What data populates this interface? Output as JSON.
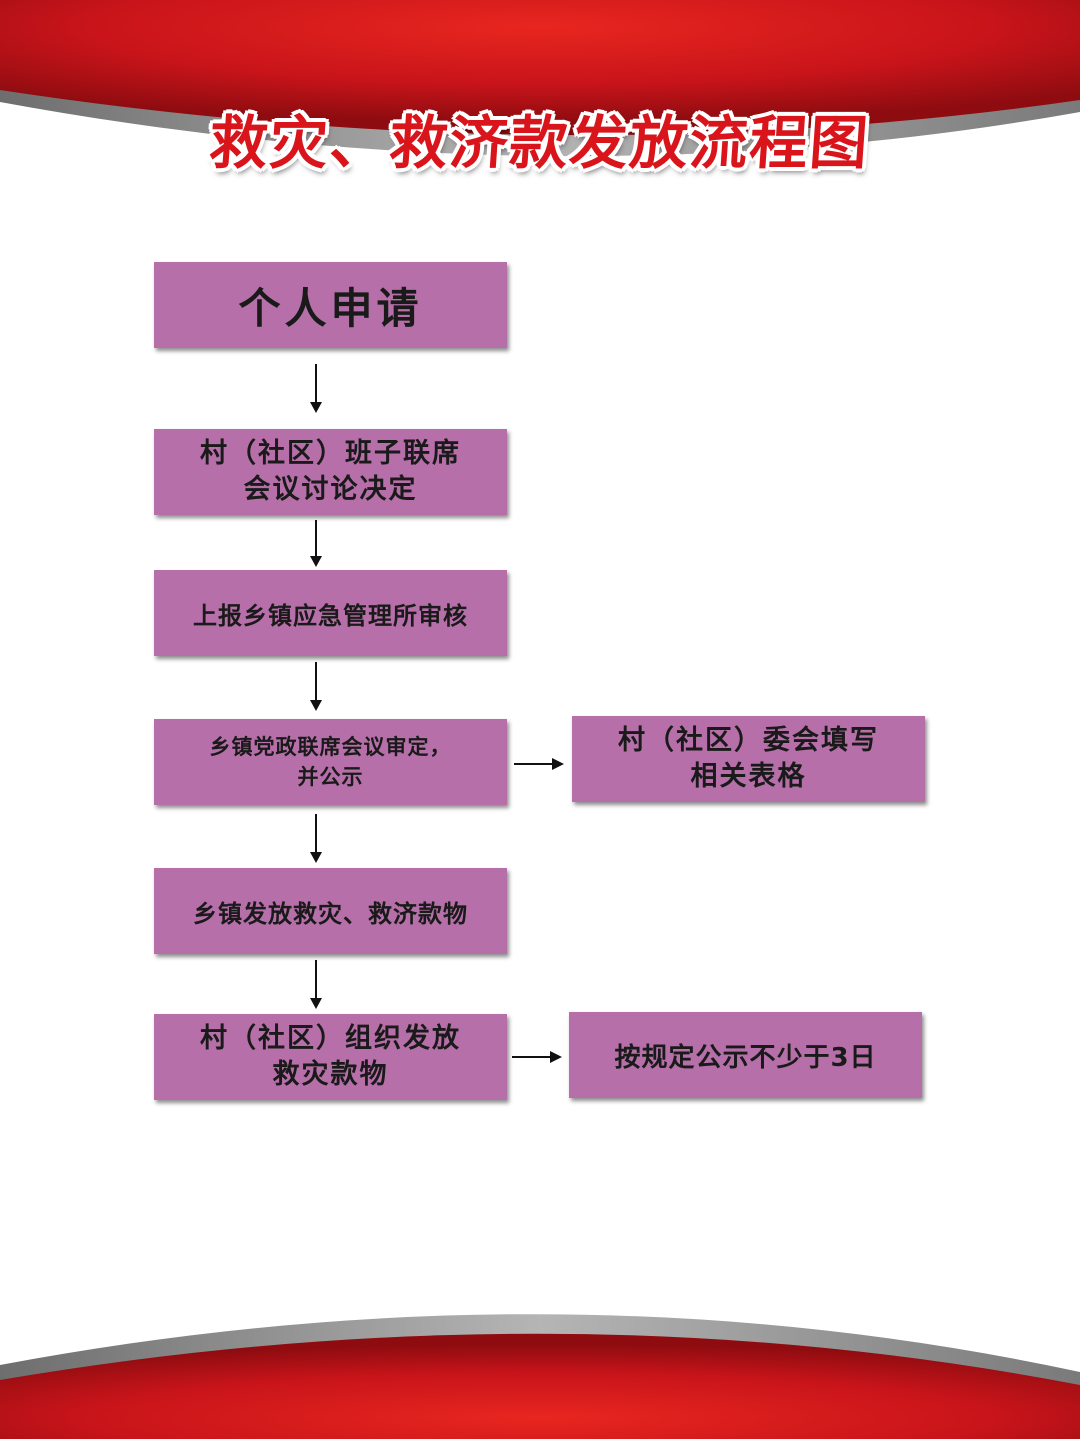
{
  "title": "救灾、救济款发放流程图",
  "colors": {
    "banner_red": "#d9151b",
    "banner_dark": "#9c0d10",
    "swoosh_gray": "#9a9a9a",
    "box_fill": "#b66fa9",
    "text": "#1a1a1a"
  },
  "flow": {
    "step1": "个人申请",
    "step2": "村（社区）班子联席\n会议讨论决定",
    "step3": "上报乡镇应急管理所审核",
    "step4": "乡镇党政联席会议审定，\n并公示",
    "step4_side": "村（社区）委会填写\n相关表格",
    "step5": "乡镇发放救灾、救济款物",
    "step6": "村（社区）组织发放\n救灾款物",
    "step6_side": "按规定公示不少于3日"
  }
}
